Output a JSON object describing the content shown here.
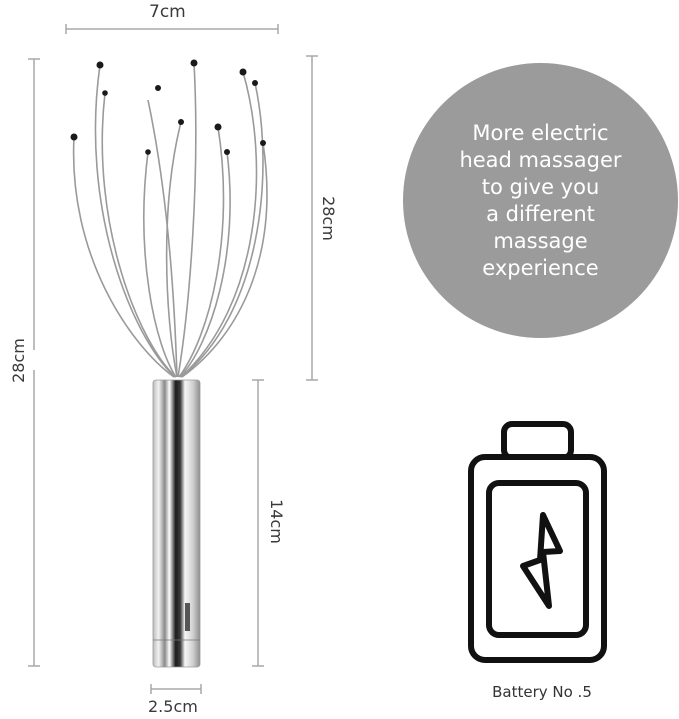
{
  "dimensions": {
    "width_top": "7cm",
    "total_height_left": "28cm",
    "head_height_right": "28cm",
    "handle_height": "14cm",
    "handle_diameter": "2.5cm"
  },
  "callout": {
    "lines": [
      "More electric",
      "head massager",
      "to give you",
      "a different",
      "massage",
      "experience"
    ],
    "background_color": "#9b9b9b",
    "text_color": "#ffffff"
  },
  "battery": {
    "icon": "battery-charging-icon",
    "caption": "Battery No .5"
  },
  "product": {
    "icon": "head-massager-product-image"
  },
  "colors": {
    "dimension_line": "#a8a8a8",
    "dimension_text": "#3a3a3a",
    "icon_stroke": "#111111"
  }
}
